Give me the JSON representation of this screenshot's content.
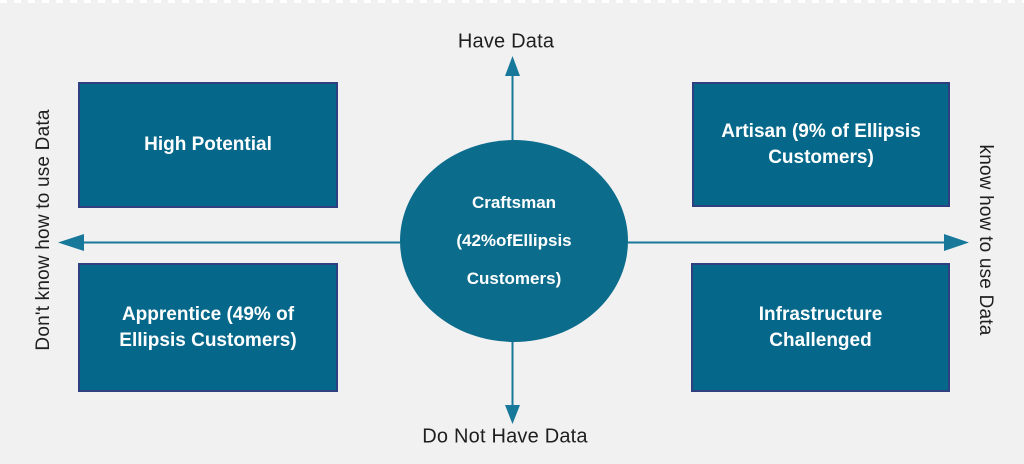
{
  "diagram": {
    "axes": {
      "top_label": "Have Data",
      "bottom_label": "Do Not Have Data",
      "left_label": "Don't know how to use Data",
      "right_label": "know how to use Data"
    },
    "center_circle": {
      "line1": "Craftsman",
      "line2": "(42%ofEllipsis",
      "line3": "Customers)"
    },
    "quadrants": [
      {
        "position": "top-left",
        "label": "High Potential"
      },
      {
        "position": "top-right",
        "label": "Artisan (9% of Ellipsis Customers)"
      },
      {
        "position": "bottom-left",
        "label": "Apprentice (49% of Ellipsis Customers)"
      },
      {
        "position": "bottom-right",
        "label": "Infrastructure Challenged"
      }
    ],
    "colors": {
      "background": "#f1f1f2",
      "box_fill": "#05688a",
      "box_border": "#2f4080",
      "circle_fill": "#0c6c8c",
      "arrow": "#17789a",
      "text_dark": "#1f1f1f",
      "box_text": "#ffffff"
    }
  }
}
